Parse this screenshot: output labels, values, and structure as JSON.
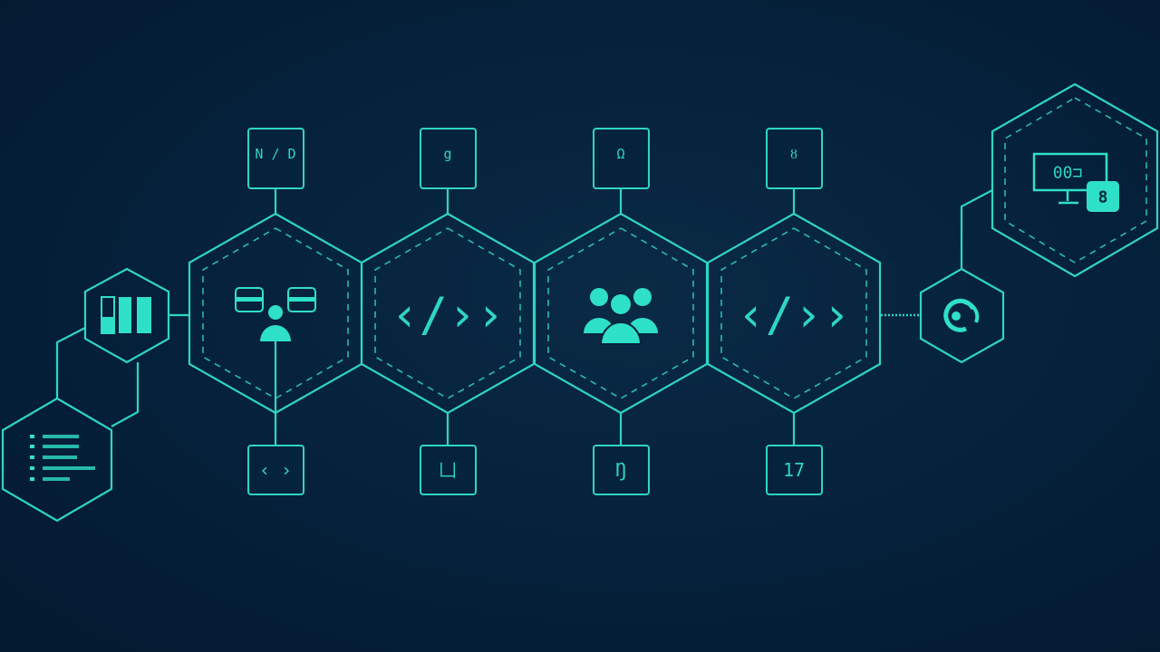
{
  "colors": {
    "background": "#05203a",
    "accent": "#2fd5c4"
  },
  "top_boxes": [
    {
      "label": "N / D"
    },
    {
      "label": "g"
    },
    {
      "label": "Ω"
    },
    {
      "label": "ȣ"
    }
  ],
  "bottom_boxes": [
    {
      "label": "‹ ›"
    },
    {
      "label": "凵"
    },
    {
      "label": "Ŋ"
    },
    {
      "label": "17"
    }
  ],
  "hexes": [
    {
      "icon": "team-sync-icon"
    },
    {
      "icon": "code-icon",
      "label": "‹/››"
    },
    {
      "icon": "group-users-icon"
    },
    {
      "icon": "code-icon",
      "label": "‹/››"
    }
  ],
  "left_nodes": {
    "top": {
      "icon": "bar-chart-icon"
    },
    "bottom": {
      "icon": "list-icon"
    }
  },
  "right_nodes": {
    "small": {
      "icon": "refresh-icon"
    },
    "large": {
      "icon": "monitor-lock-icon",
      "screen_text": "00⊐",
      "badge": "8"
    }
  }
}
